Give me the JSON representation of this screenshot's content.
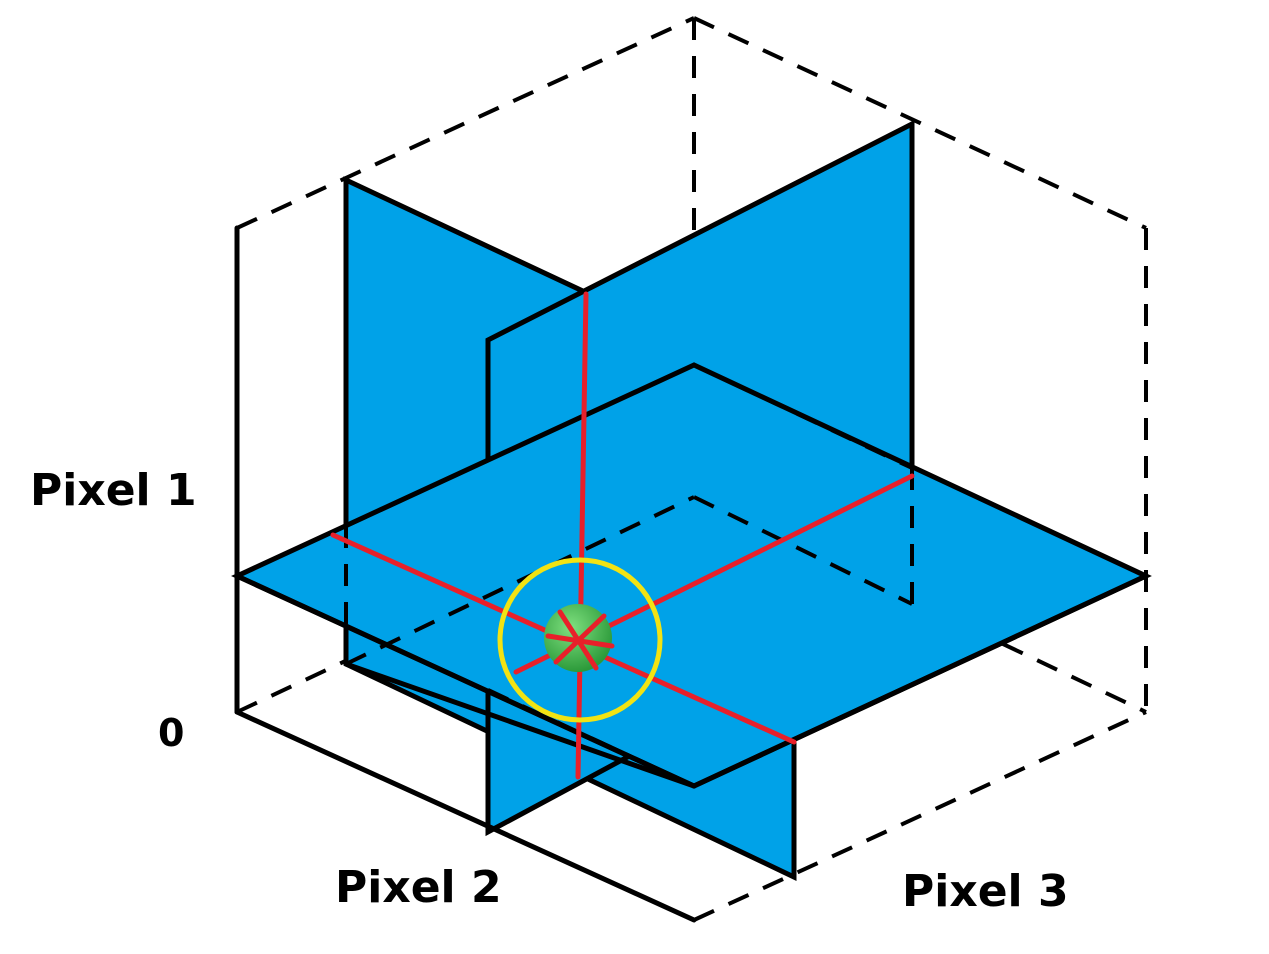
{
  "labels": {
    "axis1": "Pixel 1",
    "axis2": "Pixel 2",
    "axis3": "Pixel 3",
    "origin": "0"
  },
  "colors": {
    "plane": "#00a2e8",
    "outline": "#000000",
    "intersection": "#e8202a",
    "point": "#4cc34c",
    "highlight": "#f2e313"
  },
  "components": {
    "cube": "wireframe with dashed hidden edges",
    "planes": [
      "horizontal plane",
      "plane spanning Pixel 1 and Pixel 3",
      "plane spanning Pixel 1 and Pixel 2"
    ],
    "intersection_lines": 3,
    "point": "green sphere at plane intersection",
    "highlight": "yellow circle around point"
  }
}
